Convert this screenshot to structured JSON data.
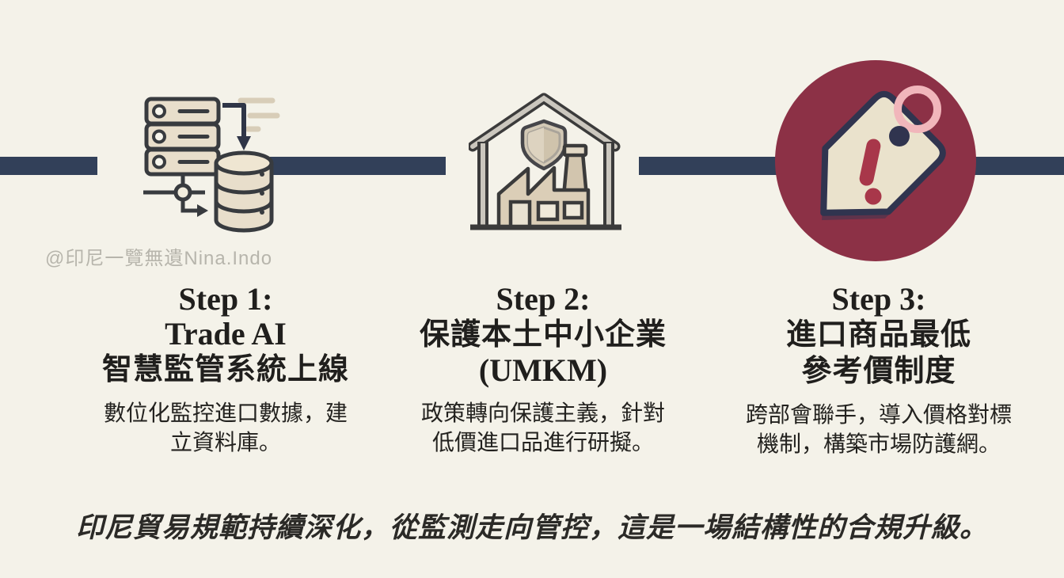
{
  "page": {
    "watermark": "@印尼一覽無遺Nina.Indo",
    "tagline": "印尼貿易規範持續深化，從監測走向管控，這是一場結構性的合規升級。"
  },
  "colors": {
    "background": "#f4f2e9",
    "timeline_bar": "#324059",
    "alert_circle": "#8c3146",
    "icon_fill_beige": "#e8decb",
    "icon_outline": "#3a3d42",
    "tag_outline_navy": "#30344f",
    "tag_string_pink": "#f1b6bb",
    "exclamation_red": "#a8374a",
    "watermark_gray": "#b7b5ac",
    "title_text": "#201f1d"
  },
  "steps": [
    {
      "label_en": "Step 1:",
      "line2": "Trade AI",
      "line3": "智慧監管系統上線",
      "desc_line1": "數位化監控進口數據，建",
      "desc_line2": "立資料庫。",
      "description": "數位化監控進口數據，建立資料庫。",
      "icon": "server-database-icon"
    },
    {
      "label_en": "Step 2:",
      "line2": "保護本土中小企業",
      "line3": "(UMKM)",
      "desc_line1": "政策轉向保護主義，針對",
      "desc_line2": "低價進口品進行研擬。",
      "description": "政策轉向保護主義，針對低價進口品進行研擬。",
      "icon": "protected-factory-icon"
    },
    {
      "label_en": "Step 3:",
      "line2": "進口商品最低",
      "line3": "參考價制度",
      "desc_line1": "跨部會聯手，導入價格對標",
      "desc_line2": "機制，構築市場防護網。",
      "description": "跨部會聯手，導入價格對標機制，構築市場防護網。",
      "icon": "price-alert-tag-icon"
    }
  ]
}
